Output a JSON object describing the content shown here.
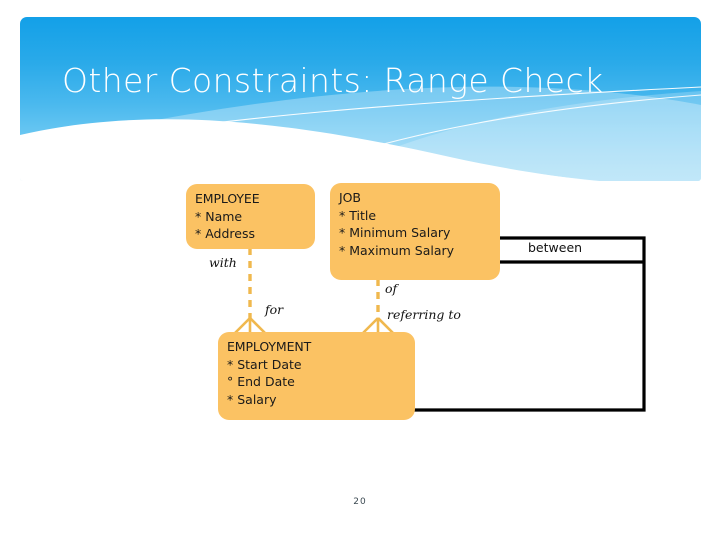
{
  "slide": {
    "title": "Other Constraints: Range Check",
    "page_number": "20",
    "banner_color_top": "#13a0e8",
    "banner_color_bottom": "#8fd4f5",
    "entity_fill": "#fbc263",
    "line_color": "#000000",
    "relationship_line_color": "#f0b84e"
  },
  "diagram": {
    "entities": [
      {
        "name": "EMPLOYEE",
        "attributes": [
          "* Name",
          "* Address"
        ]
      },
      {
        "name": "JOB",
        "attributes": [
          "* Title",
          "* Minimum Salary",
          "* Maximum Salary"
        ]
      },
      {
        "name": "EMPLOYMENT",
        "attributes": [
          "* Start Date",
          "° End Date",
          "* Salary"
        ]
      }
    ],
    "relationship_labels": {
      "with": "with",
      "for": "for",
      "of": "of",
      "referring_to": "referring to"
    },
    "constraint_label": "between"
  }
}
